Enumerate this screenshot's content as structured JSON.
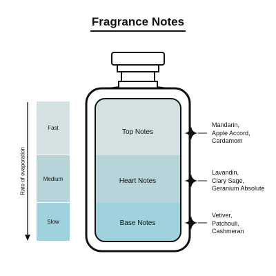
{
  "title": "Fragrance Notes",
  "axis_label": "Rate of evaporation",
  "scale": {
    "fast": "Fast",
    "medium": "Medium",
    "slow": "Slow"
  },
  "notes": {
    "top": {
      "label": "Top Notes",
      "ingredients": [
        "Mandarin,",
        "Apple Accord,",
        "Cardamom"
      ]
    },
    "heart": {
      "label": "Heart Notes",
      "ingredients": [
        "Lavandin,",
        "Clary Sage,",
        "Geranium Absolute"
      ]
    },
    "base": {
      "label": "Base Notes",
      "ingredients": [
        "Vetiver,",
        "Patchouli,",
        "Cashmeran"
      ]
    }
  },
  "colors": {
    "top_layer": "#d3e1e3",
    "heart_layer": "#b6d4d9",
    "base_layer": "#9fd2dc",
    "outline": "#111111"
  }
}
